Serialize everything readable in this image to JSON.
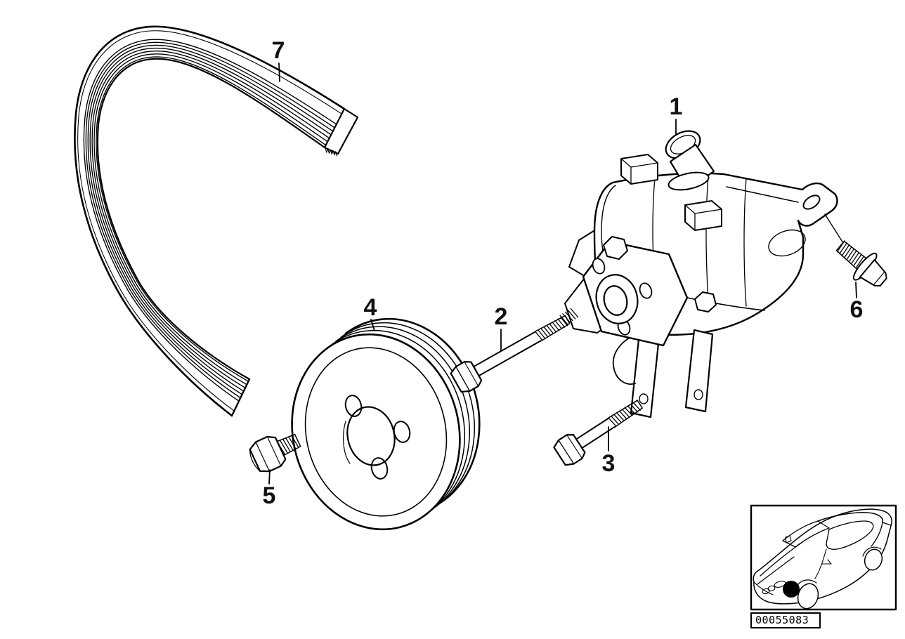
{
  "palette": {
    "background": "#ffffff",
    "line_art": "#000000",
    "label_text": "#111111",
    "location_marker": "#000000"
  },
  "callouts": [
    {
      "number": "1"
    },
    {
      "number": "2"
    },
    {
      "number": "3"
    },
    {
      "number": "4"
    },
    {
      "number": "5"
    },
    {
      "number": "6"
    },
    {
      "number": "7"
    }
  ],
  "inset": {
    "image_id": "00055083",
    "icons": {
      "car": "sedan-three-quarter-view-icon",
      "marker": "component-location-dot"
    }
  }
}
